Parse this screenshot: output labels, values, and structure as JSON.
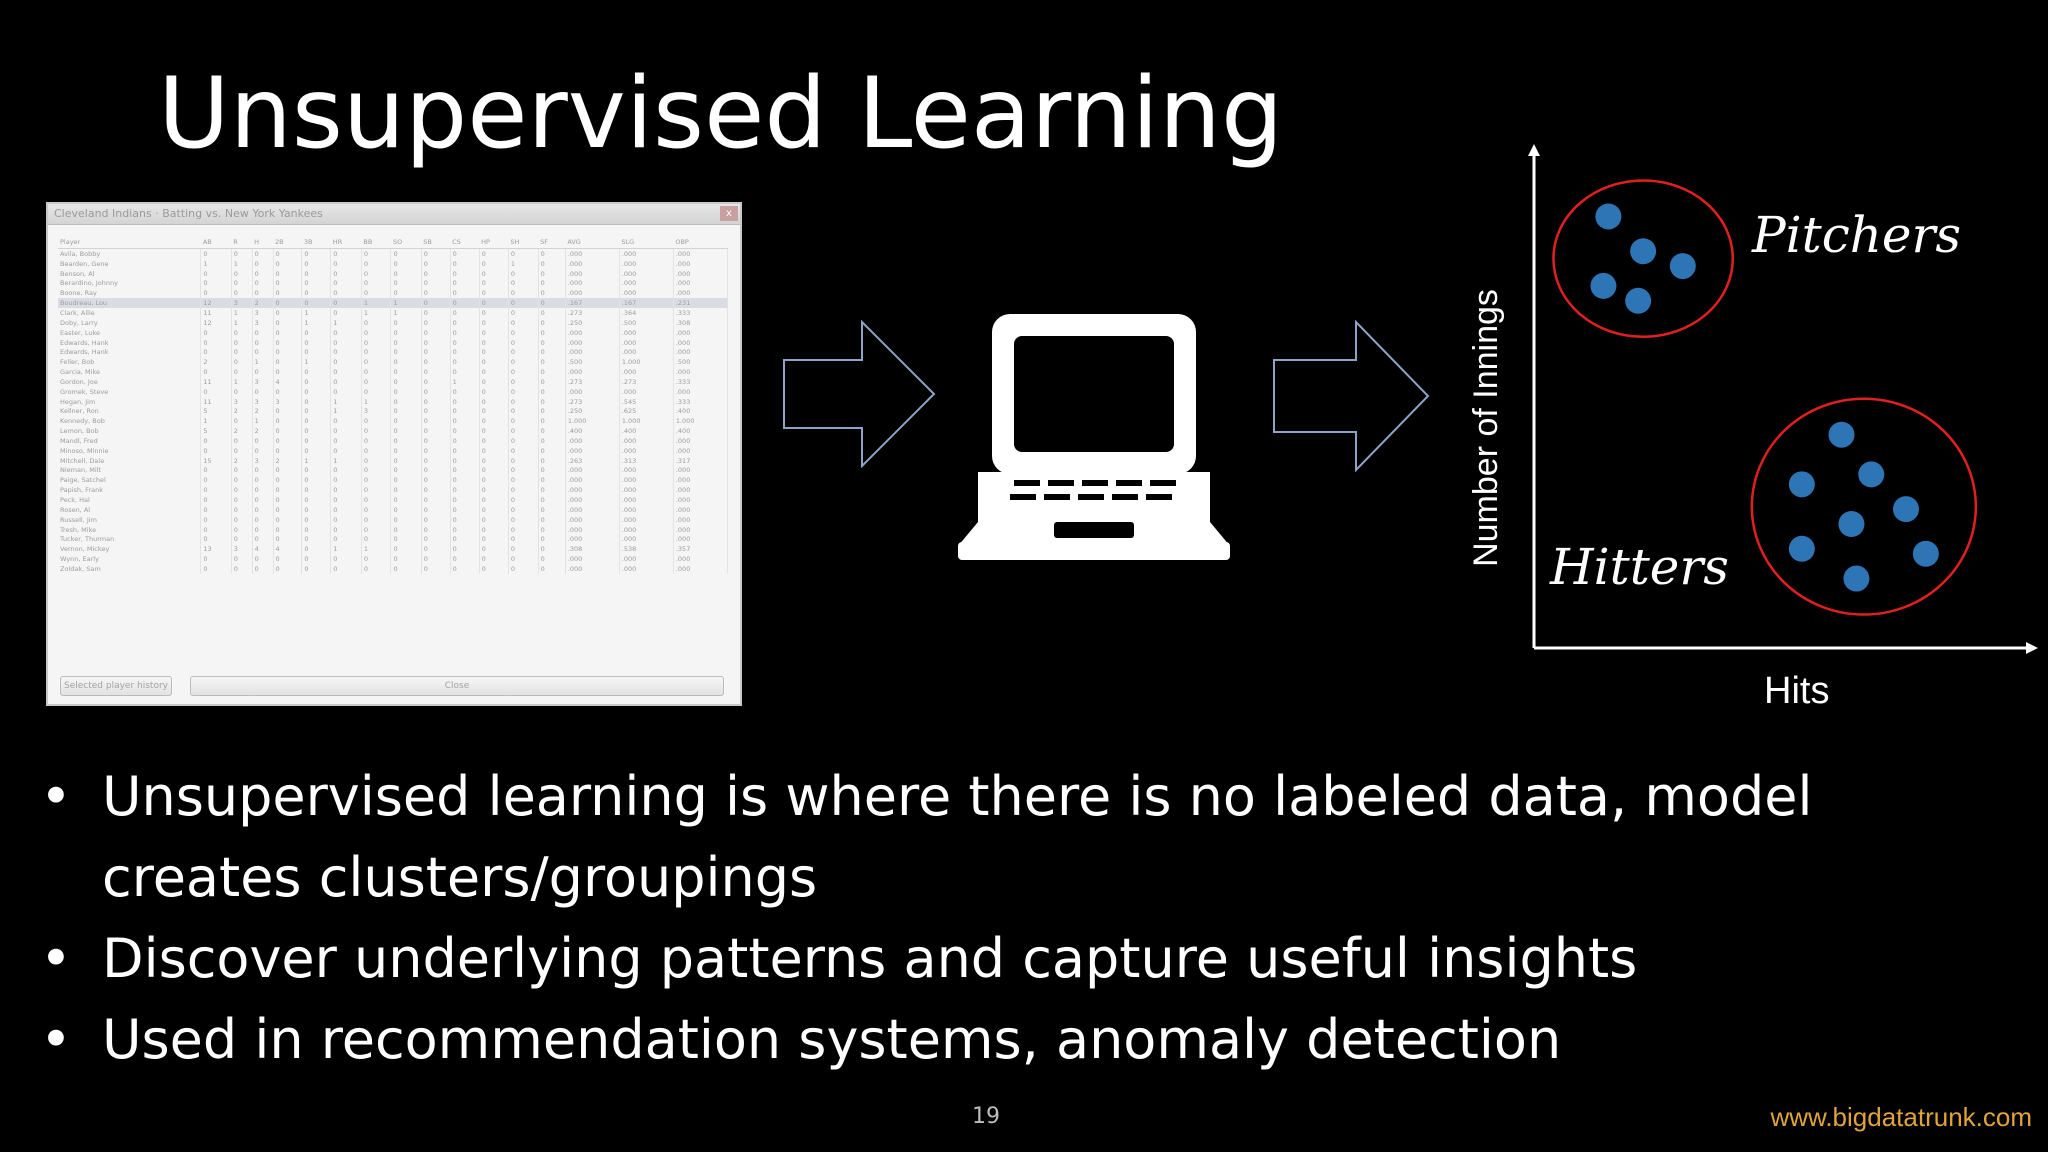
{
  "slide": {
    "title": "Unsupervised Learning",
    "page_number": "19",
    "website": "www.bigdatatrunk.com",
    "website_color": "#e0a43a"
  },
  "spreadsheet": {
    "window_title": "Cleveland Indians · Batting vs. New York Yankees",
    "close_glyph": "x",
    "columns": [
      "Player",
      "AB",
      "R",
      "H",
      "2B",
      "3B",
      "HR",
      "BB",
      "SO",
      "SB",
      "CS",
      "HP",
      "SH",
      "SF",
      "AVG",
      "SLG",
      "OBP"
    ],
    "rows": [
      [
        "Avila, Bobby",
        "0",
        "0",
        "0",
        "0",
        "0",
        "0",
        "0",
        "0",
        "0",
        "0",
        "0",
        "0",
        "0",
        ".000",
        ".000",
        ".000"
      ],
      [
        "Bearden, Gene",
        "1",
        "1",
        "0",
        "0",
        "0",
        "0",
        "0",
        "0",
        "0",
        "0",
        "0",
        "1",
        "0",
        ".000",
        ".000",
        ".000"
      ],
      [
        "Benson, Al",
        "0",
        "0",
        "0",
        "0",
        "0",
        "0",
        "0",
        "0",
        "0",
        "0",
        "0",
        "0",
        "0",
        ".000",
        ".000",
        ".000"
      ],
      [
        "Berardino, Johnny",
        "0",
        "0",
        "0",
        "0",
        "0",
        "0",
        "0",
        "0",
        "0",
        "0",
        "0",
        "0",
        "0",
        ".000",
        ".000",
        ".000"
      ],
      [
        "Boone, Ray",
        "0",
        "0",
        "0",
        "0",
        "0",
        "0",
        "0",
        "0",
        "0",
        "0",
        "0",
        "0",
        "0",
        ".000",
        ".000",
        ".000"
      ],
      [
        "Boudreau, Lou",
        "12",
        "3",
        "2",
        "0",
        "0",
        "0",
        "1",
        "1",
        "0",
        "0",
        "0",
        "0",
        "0",
        ".167",
        ".167",
        ".231"
      ],
      [
        "Clark, Allie",
        "11",
        "1",
        "3",
        "0",
        "1",
        "0",
        "1",
        "1",
        "0",
        "0",
        "0",
        "0",
        "0",
        ".273",
        ".364",
        ".333"
      ],
      [
        "Doby, Larry",
        "12",
        "1",
        "3",
        "0",
        "1",
        "1",
        "0",
        "0",
        "0",
        "0",
        "0",
        "0",
        "0",
        ".250",
        ".500",
        ".308"
      ],
      [
        "Easter, Luke",
        "0",
        "0",
        "0",
        "0",
        "0",
        "0",
        "0",
        "0",
        "0",
        "0",
        "0",
        "0",
        "0",
        ".000",
        ".000",
        ".000"
      ],
      [
        "Edwards, Hank",
        "0",
        "0",
        "0",
        "0",
        "0",
        "0",
        "0",
        "0",
        "0",
        "0",
        "0",
        "0",
        "0",
        ".000",
        ".000",
        ".000"
      ],
      [
        "Edwards, Hank",
        "0",
        "0",
        "0",
        "0",
        "0",
        "0",
        "0",
        "0",
        "0",
        "0",
        "0",
        "0",
        "0",
        ".000",
        ".000",
        ".000"
      ],
      [
        "Feller, Bob",
        "2",
        "0",
        "1",
        "0",
        "1",
        "0",
        "0",
        "0",
        "0",
        "0",
        "0",
        "0",
        "0",
        ".500",
        "1.000",
        ".500"
      ],
      [
        "Garcia, Mike",
        "0",
        "0",
        "0",
        "0",
        "0",
        "0",
        "0",
        "0",
        "0",
        "0",
        "0",
        "0",
        "0",
        ".000",
        ".000",
        ".000"
      ],
      [
        "Gordon, Joe",
        "11",
        "1",
        "3",
        "4",
        "0",
        "0",
        "0",
        "0",
        "0",
        "1",
        "0",
        "0",
        "0",
        ".273",
        ".273",
        ".333"
      ],
      [
        "Gromek, Steve",
        "0",
        "0",
        "0",
        "0",
        "0",
        "0",
        "0",
        "0",
        "0",
        "0",
        "0",
        "0",
        "0",
        ".000",
        ".000",
        ".000"
      ],
      [
        "Hegan, Jim",
        "11",
        "3",
        "3",
        "3",
        "0",
        "1",
        "1",
        "0",
        "0",
        "0",
        "0",
        "0",
        "0",
        ".273",
        ".545",
        ".333"
      ],
      [
        "Kellner, Ron",
        "5",
        "2",
        "2",
        "0",
        "0",
        "1",
        "3",
        "0",
        "0",
        "0",
        "0",
        "0",
        "0",
        ".250",
        ".625",
        ".400"
      ],
      [
        "Kennedy, Bob",
        "1",
        "0",
        "1",
        "0",
        "0",
        "0",
        "0",
        "0",
        "0",
        "0",
        "0",
        "0",
        "0",
        "1.000",
        "1.000",
        "1.000"
      ],
      [
        "Lemon, Bob",
        "5",
        "2",
        "2",
        "0",
        "0",
        "0",
        "0",
        "0",
        "0",
        "0",
        "0",
        "0",
        "0",
        ".400",
        ".400",
        ".400"
      ],
      [
        "Mandl, Fred",
        "0",
        "0",
        "0",
        "0",
        "0",
        "0",
        "0",
        "0",
        "0",
        "0",
        "0",
        "0",
        "0",
        ".000",
        ".000",
        ".000"
      ],
      [
        "Minoso, Minnie",
        "0",
        "0",
        "0",
        "0",
        "0",
        "0",
        "0",
        "0",
        "0",
        "0",
        "0",
        "0",
        "0",
        ".000",
        ".000",
        ".000"
      ],
      [
        "Mitchell, Dale",
        "15",
        "2",
        "3",
        "2",
        "1",
        "1",
        "0",
        "0",
        "0",
        "0",
        "0",
        "0",
        "0",
        ".263",
        ".313",
        ".317"
      ],
      [
        "Nieman, Milt",
        "0",
        "0",
        "0",
        "0",
        "0",
        "0",
        "0",
        "0",
        "0",
        "0",
        "0",
        "0",
        "0",
        ".000",
        ".000",
        ".000"
      ],
      [
        "Paige, Satchel",
        "0",
        "0",
        "0",
        "0",
        "0",
        "0",
        "0",
        "0",
        "0",
        "0",
        "0",
        "0",
        "0",
        ".000",
        ".000",
        ".000"
      ],
      [
        "Papish, Frank",
        "0",
        "0",
        "0",
        "0",
        "0",
        "0",
        "0",
        "0",
        "0",
        "0",
        "0",
        "0",
        "0",
        ".000",
        ".000",
        ".000"
      ],
      [
        "Peck, Hal",
        "0",
        "0",
        "0",
        "0",
        "0",
        "0",
        "0",
        "0",
        "0",
        "0",
        "0",
        "0",
        "0",
        ".000",
        ".000",
        ".000"
      ],
      [
        "Rosen, Al",
        "0",
        "0",
        "0",
        "0",
        "0",
        "0",
        "0",
        "0",
        "0",
        "0",
        "0",
        "0",
        "0",
        ".000",
        ".000",
        ".000"
      ],
      [
        "Russell, Jim",
        "0",
        "0",
        "0",
        "0",
        "0",
        "0",
        "0",
        "0",
        "0",
        "0",
        "0",
        "0",
        "0",
        ".000",
        ".000",
        ".000"
      ],
      [
        "Tresh, Mike",
        "0",
        "0",
        "0",
        "0",
        "0",
        "0",
        "0",
        "0",
        "0",
        "0",
        "0",
        "0",
        "0",
        ".000",
        ".000",
        ".000"
      ],
      [
        "Tucker, Thurman",
        "0",
        "0",
        "0",
        "0",
        "0",
        "0",
        "0",
        "0",
        "0",
        "0",
        "0",
        "0",
        "0",
        ".000",
        ".000",
        ".000"
      ],
      [
        "Vernon, Mickey",
        "13",
        "3",
        "4",
        "4",
        "0",
        "1",
        "1",
        "0",
        "0",
        "0",
        "0",
        "0",
        "0",
        ".308",
        ".538",
        ".357"
      ],
      [
        "Wynn, Early",
        "0",
        "0",
        "0",
        "0",
        "0",
        "0",
        "0",
        "0",
        "0",
        "0",
        "0",
        "0",
        "0",
        ".000",
        ".000",
        ".000"
      ],
      [
        "Zoldak, Sam",
        "0",
        "0",
        "0",
        "0",
        "0",
        "0",
        "0",
        "0",
        "0",
        "0",
        "0",
        "0",
        "0",
        ".000",
        ".000",
        ".000"
      ]
    ],
    "selected_row": 5,
    "button_left": "Selected player history",
    "button_right": "Close"
  },
  "chart_data": {
    "type": "scatter",
    "xlabel": "Hits",
    "ylabel": "Number of  Innings",
    "xlim": [
      0,
      10
    ],
    "ylim": [
      0,
      10
    ],
    "grid": false,
    "clusters": [
      {
        "name": "Pitchers",
        "label": "Pitchers",
        "color": "#2e75b6",
        "outline_color": "#e02020",
        "points": [
          {
            "x": 1.5,
            "y": 8.7
          },
          {
            "x": 2.2,
            "y": 8.0
          },
          {
            "x": 3.0,
            "y": 7.7
          },
          {
            "x": 1.4,
            "y": 7.3
          },
          {
            "x": 2.1,
            "y": 7.0
          }
        ]
      },
      {
        "name": "Hitters",
        "label": "Hitters",
        "color": "#2e75b6",
        "outline_color": "#e02020",
        "points": [
          {
            "x": 6.2,
            "y": 4.3
          },
          {
            "x": 5.4,
            "y": 3.3
          },
          {
            "x": 6.8,
            "y": 3.5
          },
          {
            "x": 7.5,
            "y": 2.8
          },
          {
            "x": 6.4,
            "y": 2.5
          },
          {
            "x": 5.4,
            "y": 2.0
          },
          {
            "x": 7.9,
            "y": 1.9
          },
          {
            "x": 6.5,
            "y": 1.4
          }
        ]
      }
    ]
  },
  "bullets": [
    {
      "marker": "•",
      "text": "Unsupervised learning is where there is no labeled data, model creates clusters/groupings"
    },
    {
      "marker": "•",
      "text": "Discover underlying patterns and capture useful insights"
    },
    {
      "marker": "•",
      "text": "Used in recommendation systems, anomaly detection"
    }
  ],
  "icons": [
    "arrow-right-icon",
    "laptop-icon",
    "arrow-right-icon"
  ]
}
